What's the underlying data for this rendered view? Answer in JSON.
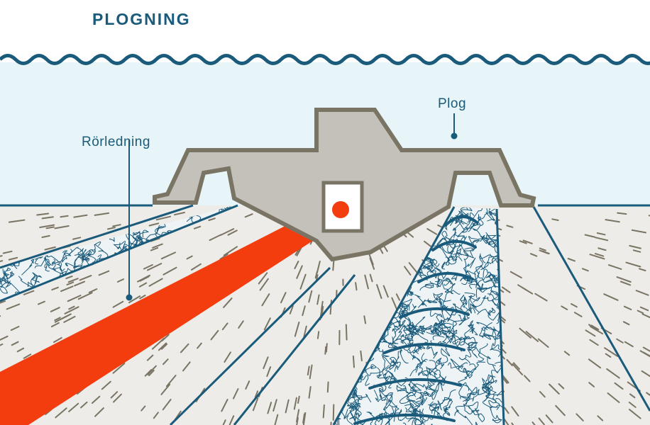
{
  "title": "PLOGNING",
  "labels": {
    "plog": "Plog",
    "pipeline": "Rörledning"
  },
  "colors": {
    "water": "#e8f5f8",
    "wave": "#1a5a7a",
    "seabed": "#eeece8",
    "plough": "#c4c1bb",
    "plough_outline": "#7a7464",
    "pipe": "#f33d0f",
    "trench_line": "#1a5a7a",
    "hatch": "#7a7464"
  }
}
